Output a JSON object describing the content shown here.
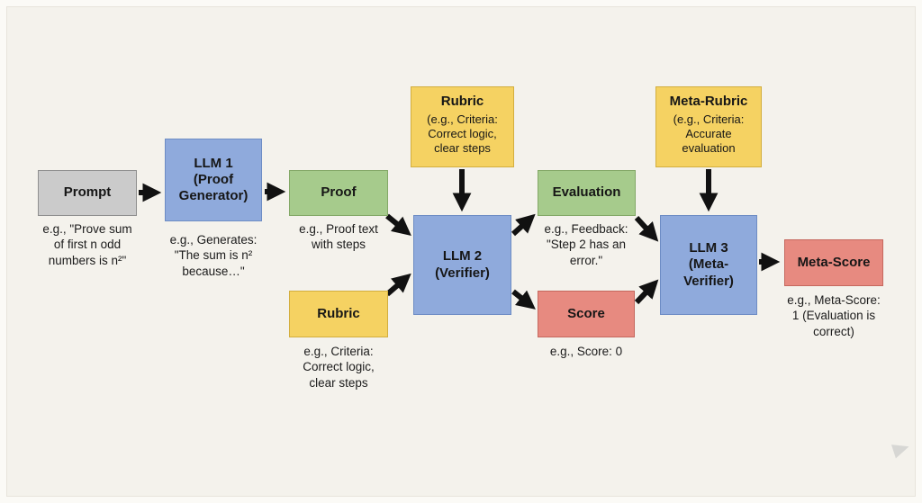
{
  "nodes": {
    "prompt": {
      "label": "Prompt",
      "caption": "e.g., \"Prove sum\nof first n odd\nnumbers is n²\""
    },
    "llm1": {
      "label": "LLM 1\n(Proof\nGenerator)",
      "caption": "e.g., Generates:\n\"The sum is n²\nbecause…\""
    },
    "proof": {
      "label": "Proof",
      "caption": "e.g., Proof text\nwith steps"
    },
    "rubric_top": {
      "label": "Rubric",
      "detail": "(e.g., Criteria:\nCorrect logic,\nclear steps"
    },
    "rubric_bottom": {
      "label": "Rubric",
      "caption": "e.g., Criteria:\nCorrect logic,\nclear steps"
    },
    "llm2": {
      "label": "LLM 2\n(Verifier)"
    },
    "evaluation": {
      "label": "Evaluation",
      "caption": "e.g., Feedback:\n\"Step 2 has an\nerror.\""
    },
    "score": {
      "label": "Score",
      "caption": "e.g., Score: 0"
    },
    "meta_rubric": {
      "label": "Meta-Rubric",
      "detail": "(e.g., Criteria:\nAccurate\nevaluation"
    },
    "llm3": {
      "label": "LLM 3\n(Meta-\nVerifier)"
    },
    "meta_score": {
      "label": "Meta-Score",
      "caption": "e.g., Meta-Score:\n1 (Evaluation is\ncorrect)"
    }
  },
  "colors": {
    "background": "#f4f2ec",
    "box_gray": "#cbcbcb",
    "box_blue": "#8faadc",
    "box_green": "#a6cb8c",
    "box_yellow": "#f5d262",
    "box_red": "#e78a80",
    "arrow": "#111111"
  }
}
